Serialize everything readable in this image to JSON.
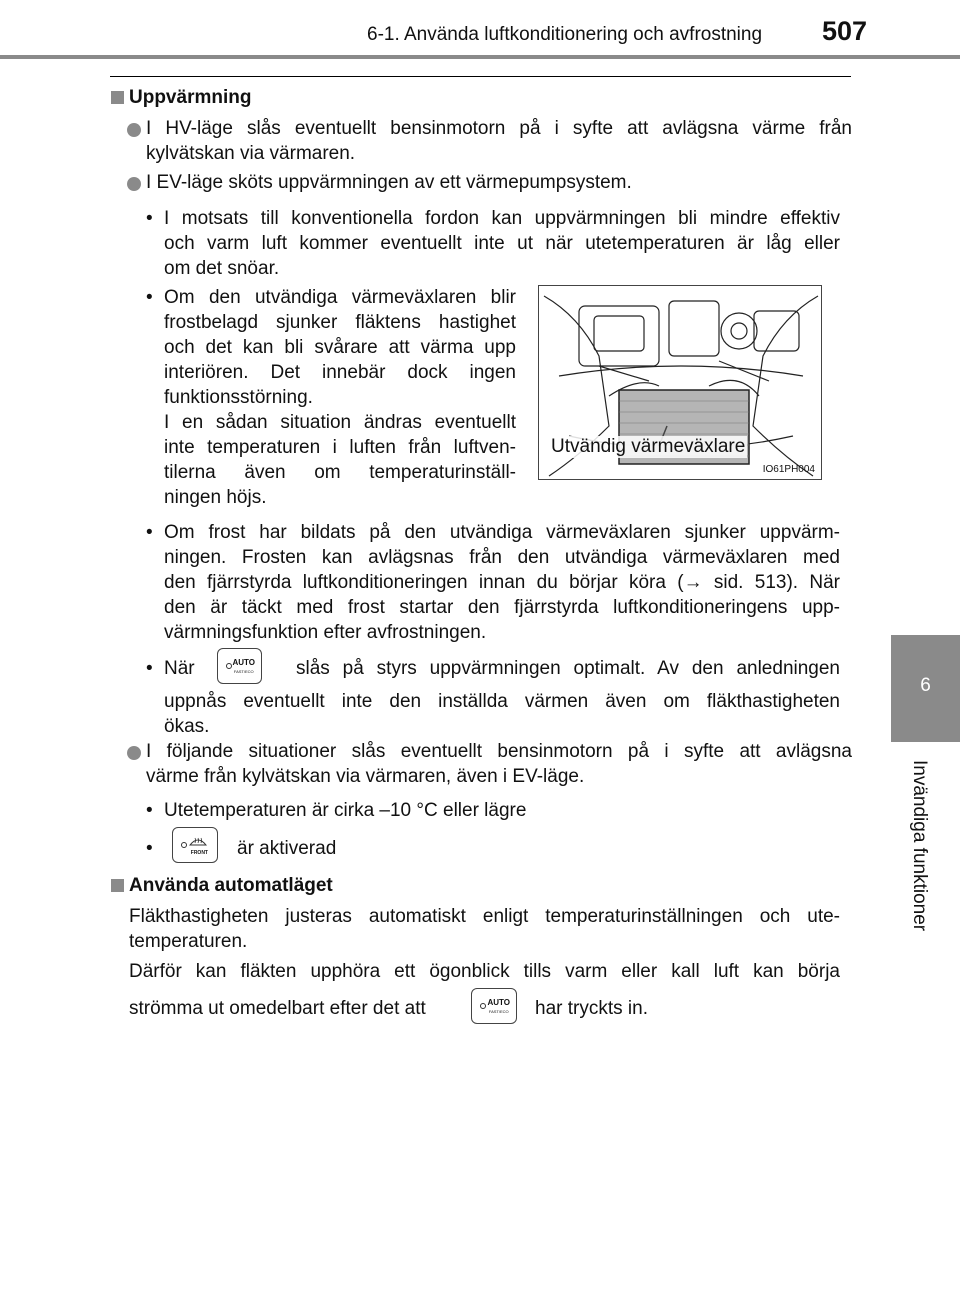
{
  "header": {
    "section_title": "6-1. Använda luftkonditionering och avfrostning",
    "page_number": "507"
  },
  "side_tab": {
    "number": "6",
    "label": "Invändiga funktioner"
  },
  "sections": [
    {
      "heading": "Uppvärmning",
      "p1": "I HV-läge slås eventuellt bensinmotorn på i syfte att avlägsna värme från",
      "p1_cont": "kylvätskan via värmaren.",
      "p2": "I EV-läge sköts uppvärmningen av ett värmepumpsystem.",
      "sub1_l1": "I motsats till konventionella fordon kan uppvärmningen bli mindre effektiv",
      "sub1_l2": "och varm luft kommer eventuellt inte ut när utetemperaturen är låg eller",
      "sub1_l3": "om det snöar.",
      "sub2_l1": "Om den utvändiga värmeväxlaren blir",
      "sub2_l2": "frostbelagd sjunker fläktens hastighet",
      "sub2_l3": "och det kan bli svårare att värma upp",
      "sub2_l4": "interiören. Det innebär dock ingen",
      "sub2_l5": "funktionsstörning.",
      "sub2_l6": "I en sådan situation ändras eventuellt",
      "sub2_l7": "inte temperaturen i luften från luftven-",
      "sub2_l8": "tilerna även om temperaturinställ-",
      "sub2_l9": "ningen höjs.",
      "sub3_l1": "Om frost har bildats på den utvändiga värmeväxlaren sjunker uppvärm-",
      "sub3_l2": "ningen. Frosten kan avlägsnas från den utvändiga värmeväxlaren med",
      "sub3_l3": "den fjärrstyrda luftkonditioneringen innan du börjar köra (→ sid. 513). När",
      "sub3_l4": "den är täckt med frost startar den fjärrstyrda luftkonditioneringens upp-",
      "sub3_l5": "värmningsfunktion efter avfrostningen.",
      "sub4_pre": "När",
      "sub4_l1": "slås på styrs uppvärmningen optimalt. Av den anledningen",
      "sub4_l2": "uppnås eventuellt inte den inställda värmen även om fläkthastigheten",
      "sub4_l3": "ökas.",
      "p3_l1": "I följande situationer slås eventuellt bensinmotorn på i syfte att avlägsna",
      "p3_l2": "värme från kylvätskan via värmaren, även i EV-läge.",
      "sub5": "Utetemperaturen är cirka –10 °C eller lägre",
      "sub6": "är aktiverad"
    },
    {
      "heading": "Använda automatläget",
      "p1_l1": "Fläkthastigheten justeras automatiskt enligt temperaturinställningen och ute-",
      "p1_l2": "temperaturen.",
      "p2_l1": "Därför kan fläkten upphöra ett ögonblick tills varm eller kall luft kan börja",
      "p2_pre": "strömma ut omedelbart efter det att",
      "p2_post": "har tryckts in."
    }
  ],
  "figure": {
    "caption": "Utvändig värmeväxlare",
    "code": "IO61PH004"
  },
  "buttons": {
    "auto_label": "AUTO",
    "auto_sub": "FAST/ECO",
    "front_label": "FRONT"
  },
  "colors": {
    "accent_gray": "#8a8a8a",
    "text": "#111111"
  }
}
